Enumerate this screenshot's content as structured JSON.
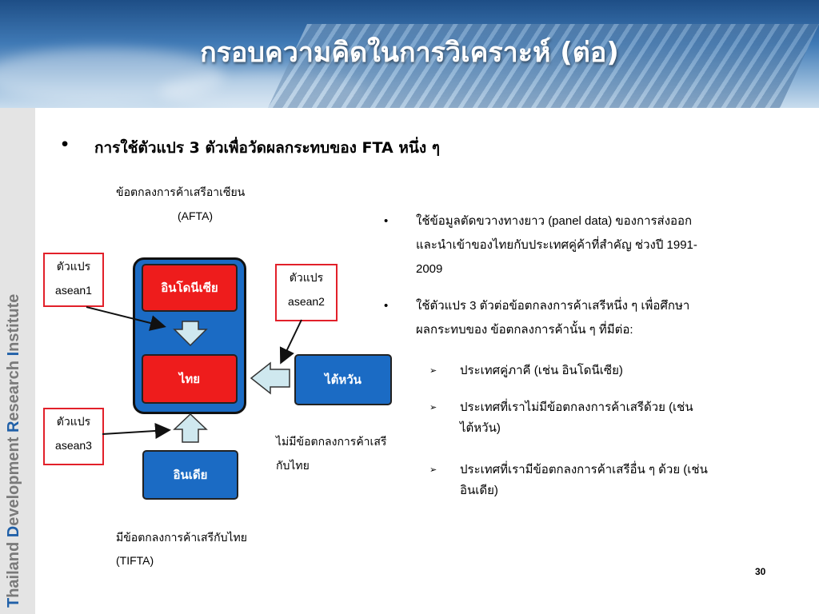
{
  "slide": {
    "title": "กรอบความคิดในการวิเคราะห์ (ต่อ)",
    "page_number": "30"
  },
  "sidebar": {
    "institute_parts": [
      "T",
      "hailand ",
      "D",
      "evelopment ",
      "R",
      "esearch ",
      "I",
      "nstitute"
    ]
  },
  "main_bullet": {
    "bullet": "•",
    "text": "การใช้ตัวแปร 3 ตัวเพื่อวัดผลกระทบของ FTA หนึ่ง ๆ"
  },
  "diagram": {
    "afta_label_line1": "ข้อตกลงการค้าเสรีอาเซียน",
    "afta_label_line2": "(AFTA)",
    "var1": {
      "line1": "ตัวแปร",
      "line2": "asean1"
    },
    "var2": {
      "line1": "ตัวแปร",
      "line2": "asean2"
    },
    "var3": {
      "line1": "ตัวแปร",
      "line2": "asean3"
    },
    "node_indonesia": "อินโดนีเซีย",
    "node_thailand": "ไทย",
    "node_taiwan": "ไต้หวัน",
    "node_india": "อินเดีย",
    "no_fta_line1": "ไม่มีข้อตกลงการค้าเสรี",
    "no_fta_line2": "กับไทย",
    "tifta_line1": "มีข้อตกลงการค้าเสรีกับไทย",
    "tifta_line2": "(TIFTA)"
  },
  "right_panel": {
    "bullet1_line1": "ใช้ข้อมูลตัดขวางทางยาว (panel data) ของการส่งออก",
    "bullet1_line2": "และนำเข้าของไทยกับประเทศคู่ค้าที่สำคัญ ช่วงปี 1991-",
    "bullet1_line3": "2009",
    "bullet2_line1": "ใช้ตัวแปร 3 ตัวต่อข้อตกลงการค้าเสรีหนึ่ง ๆ เพื่อศึกษา",
    "bullet2_line2": "ผลกระทบของ ข้อตกลงการค้านั้น ๆ ที่มีต่อ:",
    "sub1": "ประเทศคู่ภาคี (เช่น อินโดนีเซีย)",
    "sub2_line1": "ประเทศที่เราไม่มีข้อตกลงการค้าเสรีด้วย (เช่น",
    "sub2_line2": "ไต้หวัน)",
    "sub3_line1": "ประเทศที่เรามีข้อตกลงการค้าเสรีอื่น ๆ ด้วย (เช่น",
    "sub3_line2": "อินเดีย)",
    "bullet_symbol": "•",
    "sub_bullet_symbol": "➢"
  },
  "colors": {
    "header_blue": "#2a5f9e",
    "node_red": "#ee1c1c",
    "node_blue": "#1b6bc4",
    "variable_border_red": "#e2202a",
    "arrow_fill": "#cfe8ef"
  }
}
